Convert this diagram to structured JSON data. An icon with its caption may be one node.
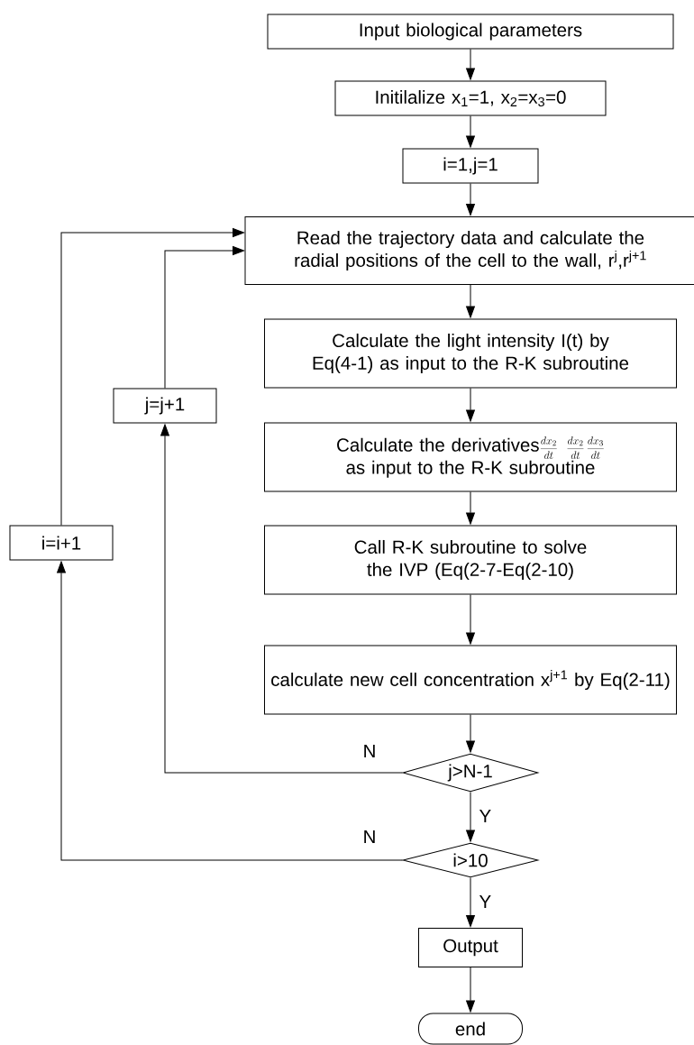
{
  "diagram": {
    "nodes": [
      {
        "text": [
          "Input biological parameters"
        ]
      },
      {
        "text": [
          "Initilalize x$_{1}$=1, x$_{2}$=x$_{3}$=0"
        ]
      },
      {
        "text": [
          "i=1,j=1"
        ]
      },
      {
        "text": [
          "Read the trajectory data and calculate the radial positions of the cell to the wall, r$^{j}$,r$^{j+1}$"
        ]
      },
      {
        "text": [
          "Calculate the light intensity I(t) by Eq(4-1) as input to the R-K subroutine"
        ]
      },
      {
        "text": [
          "Calculate the derivatives",
          "\\frac{dx_{2}}{dt}\\;\\frac{dx_{2}}{dt}\\,\\frac{dx_{3}}{dt}",
          "as input to the R-K subroutine"
        ]
      },
      {
        "text": [
          "Call R-K subroutine to solve the IVP (Eq(2-7-Eq(2-10)"
        ]
      },
      {
        "text": [
          "calculate new cell concentration x$^{j+1}$ by Eq(2-11)"
        ]
      },
      {
        "text": [
          "j>N-1"
        ]
      },
      {
        "text": [
          "i>10"
        ]
      },
      {
        "text": [
          "Output"
        ]
      },
      {
        "text": [
          "end"
        ]
      },
      {
        "text": [
          "j=j+1"
        ]
      },
      {
        "text": [
          "i=i+1"
        ]
      }
    ],
    "edges": [
      {
        "from": 0,
        "to": 1,
        "arrow": "to"
      },
      {
        "from": 1,
        "to": 2,
        "arrow": "to"
      },
      {
        "from": 2,
        "to": 3,
        "arrow": "to"
      },
      {
        "from": 3,
        "to": 4,
        "arrow": "to"
      },
      {
        "from": 4,
        "to": 5,
        "arrow": "to"
      },
      {
        "from": 5,
        "to": 6,
        "arrow": "to"
      },
      {
        "from": 6,
        "to": 7,
        "arrow": "to"
      },
      {
        "from": 7,
        "to": 8,
        "arrow": "to"
      },
      {
        "from": 8,
        "to": 9,
        "arrow": "to",
        "label": "Y"
      },
      {
        "from": 9,
        "to": 10,
        "arrow": "to",
        "label": "Y"
      },
      {
        "from": 10,
        "to": 11,
        "arrow": "to"
      },
      {
        "from": 8,
        "to": 12,
        "arrow": "to",
        "label": "N"
      },
      {
        "from": 12,
        "to": 3,
        "arrow": "to"
      },
      {
        "from": 9,
        "to": 13,
        "arrow": "to",
        "label": "N"
      },
      {
        "from": 13,
        "to": 3,
        "arrow": "to"
      }
    ]
  }
}
